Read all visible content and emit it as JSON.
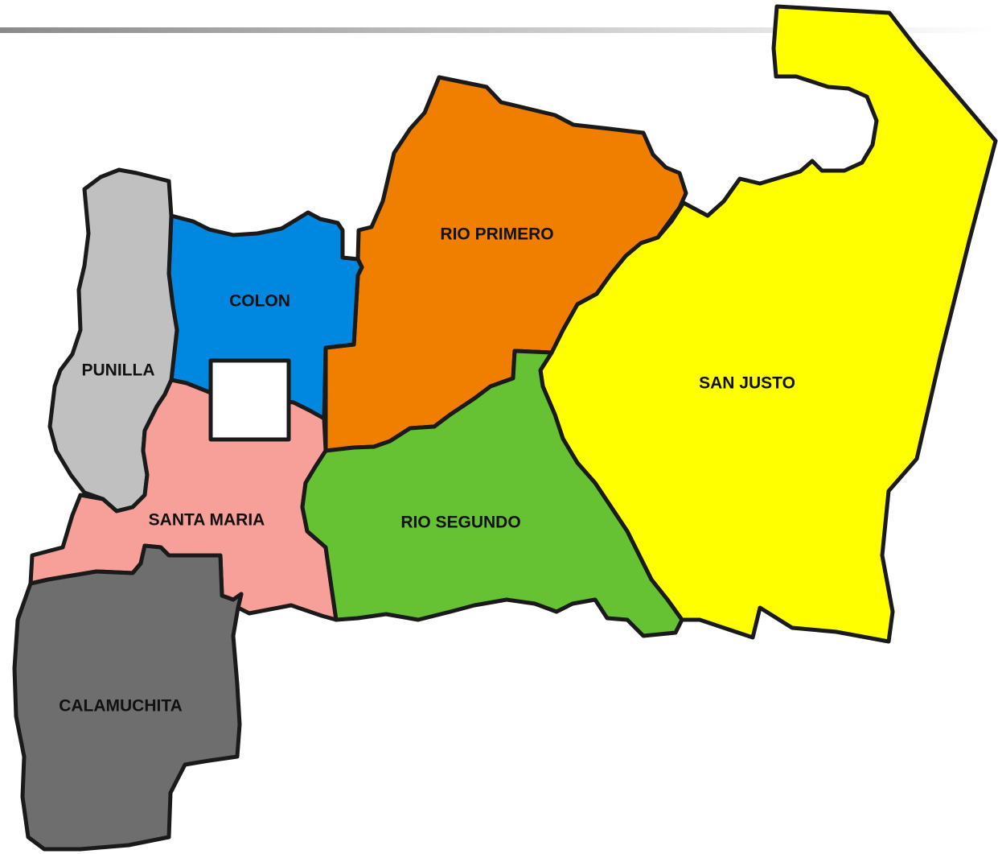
{
  "regions": {
    "san_justo": {
      "label": "SAN JUSTO",
      "color": "#ffff00"
    },
    "rio_primero": {
      "label": "RIO PRIMERO",
      "color": "#f07f00"
    },
    "colon": {
      "label": "COLON",
      "color": "#0088e0"
    },
    "punilla": {
      "label": "PUNILLA",
      "color": "#c0c0c0"
    },
    "santa_maria": {
      "label": "SANTA MARIA",
      "color": "#f7a09a"
    },
    "rio_segundo": {
      "label": "RIO SEGUNDO",
      "color": "#66c232"
    },
    "calamuchita": {
      "label": "CALAMUCHITA",
      "color": "#6e6e6e"
    },
    "capital": {
      "label": "",
      "color": "#ffffff"
    }
  },
  "header_bar": {
    "color_start": "#8a8a8a",
    "color_end": "#ffffff"
  }
}
